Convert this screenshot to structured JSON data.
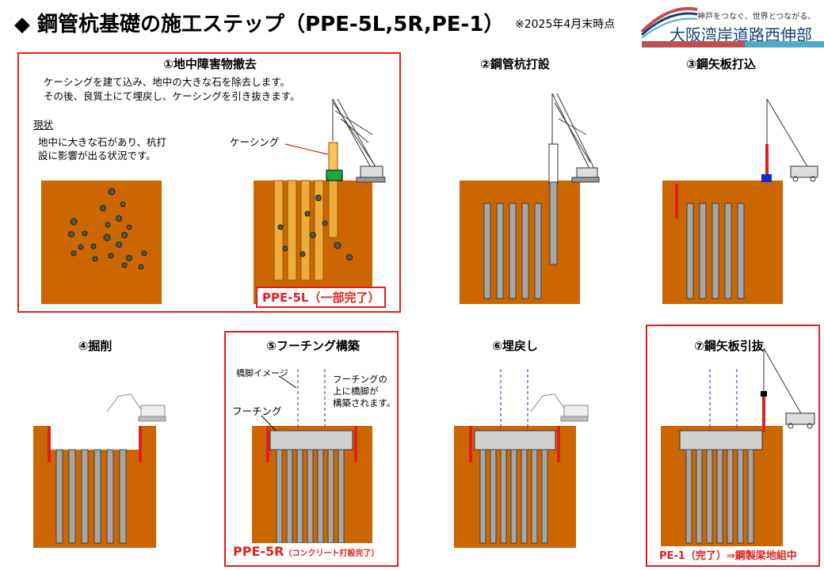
{
  "header": {
    "title": "◆ 鋼管杭基礎の施工ステップ（PPE-5L,5R,PE-1）",
    "note": "※2025年4月末時点",
    "logo_tagline": "神戸をつなぐ、世界とつながる。",
    "logo_name": "大阪湾岸道路西伸部"
  },
  "steps": [
    {
      "title": "①地中障害物撤去"
    },
    {
      "title": "②鋼管杭打設"
    },
    {
      "title": "③鋼矢板打込"
    },
    {
      "title": "④掘削"
    },
    {
      "title": "⑤フーチング構築"
    },
    {
      "title": "⑥埋戻し"
    },
    {
      "title": "⑦鋼矢板引抜"
    }
  ],
  "step1": {
    "desc_line1": "ケーシングを建て込み、地中の大きな石を除去します。",
    "desc_line2": "その後、良質土にて埋戻し、ケーシングを引き抜きます。",
    "current_label": "現状",
    "current_line1": "地中に大きな石があり、杭打",
    "current_line2": "設に影響が出る状況です。",
    "casing_label": "ケーシング",
    "status": "PPE-5L（一部完了）"
  },
  "step5": {
    "pier_image_label": "橋脚イメージ",
    "footing_label": "フーチング",
    "note_line1": "フーチングの",
    "note_line2": "上に橋脚が",
    "note_line3": "構築されます。",
    "status_main": "PPE-5R",
    "status_sub": "（コンクリート打設完了）"
  },
  "step7": {
    "status": "PE-1（完了）⇒鋼製梁地組中"
  },
  "colors": {
    "soil": "#cc6600",
    "accent_red": "#e0201f",
    "pile": "#a6a6a6",
    "casing": "#f5b942",
    "casing_head": "#1aaa3a",
    "hammer": "#0b2fd1"
  }
}
